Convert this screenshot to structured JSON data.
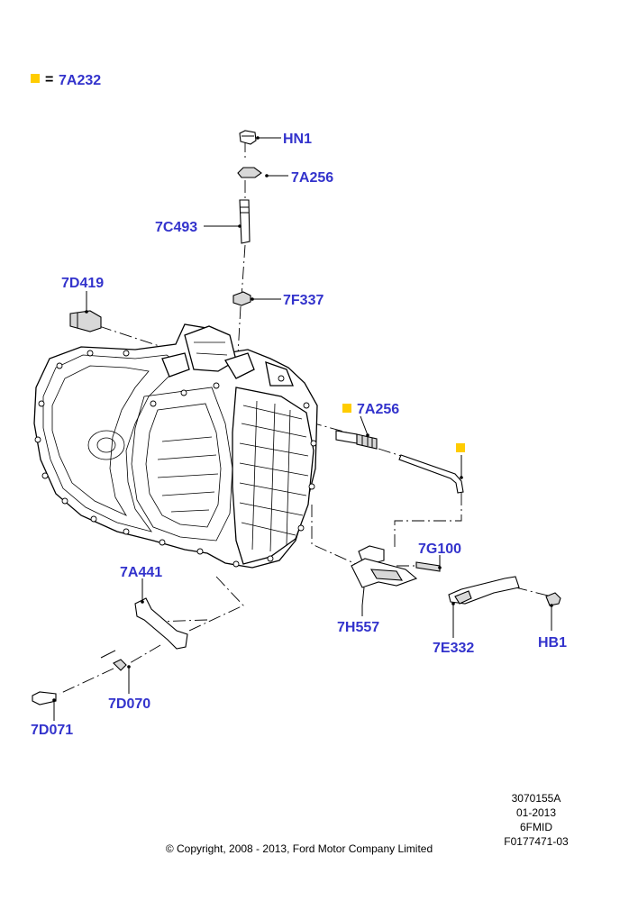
{
  "colors": {
    "label": "#3333cc",
    "marker": "#ffcc00",
    "line": "#000000"
  },
  "legend": {
    "marker_icon": "yellow-square-icon",
    "equals": "=",
    "part": "7A232"
  },
  "labels": {
    "hn1": "HN1",
    "a256_top": "7A256",
    "c493": "7C493",
    "d419": "7D419",
    "f337": "7F337",
    "a256_mid": "7A256",
    "g100": "7G100",
    "a441": "7A441",
    "h557": "7H557",
    "e332": "7E332",
    "hb1": "HB1",
    "d070": "7D070",
    "d071": "7D071"
  },
  "info": {
    "ref": "3070155A",
    "date": "01-2013",
    "model": "6FMID",
    "fig": "F0177471-03"
  },
  "copyright": "© Copyright, 2008 - 2013, Ford Motor Company Limited"
}
